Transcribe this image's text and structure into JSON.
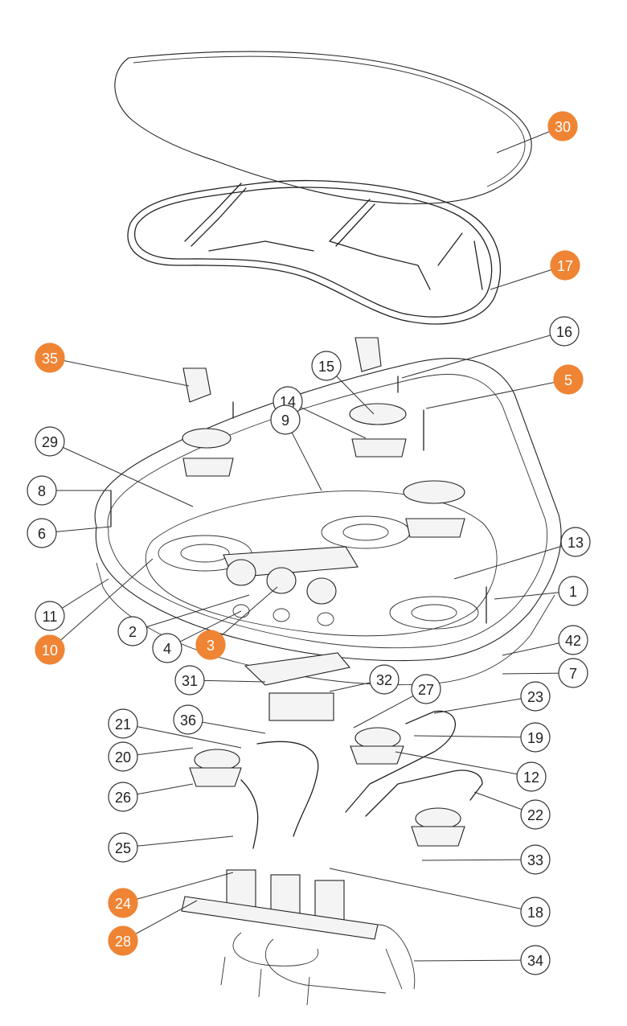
{
  "diagram": {
    "highlight_color": "#ef8434",
    "line_color": "#222222",
    "callouts": [
      {
        "label": "30",
        "highlight": true
      },
      {
        "label": "17",
        "highlight": true
      },
      {
        "label": "16",
        "highlight": false
      },
      {
        "label": "35",
        "highlight": true
      },
      {
        "label": "15",
        "highlight": false
      },
      {
        "label": "5",
        "highlight": true
      },
      {
        "label": "14",
        "highlight": false
      },
      {
        "label": "9",
        "highlight": false
      },
      {
        "label": "29",
        "highlight": false
      },
      {
        "label": "8",
        "highlight": false
      },
      {
        "label": "6",
        "highlight": false
      },
      {
        "label": "13",
        "highlight": false
      },
      {
        "label": "1",
        "highlight": false
      },
      {
        "label": "11",
        "highlight": false
      },
      {
        "label": "2",
        "highlight": false
      },
      {
        "label": "4",
        "highlight": false
      },
      {
        "label": "10",
        "highlight": true
      },
      {
        "label": "3",
        "highlight": true
      },
      {
        "label": "42",
        "highlight": false
      },
      {
        "label": "7",
        "highlight": false
      },
      {
        "label": "31",
        "highlight": false
      },
      {
        "label": "32",
        "highlight": false
      },
      {
        "label": "27",
        "highlight": false
      },
      {
        "label": "23",
        "highlight": false
      },
      {
        "label": "36",
        "highlight": false
      },
      {
        "label": "21",
        "highlight": false
      },
      {
        "label": "19",
        "highlight": false
      },
      {
        "label": "20",
        "highlight": false
      },
      {
        "label": "12",
        "highlight": false
      },
      {
        "label": "26",
        "highlight": false
      },
      {
        "label": "22",
        "highlight": false
      },
      {
        "label": "25",
        "highlight": false
      },
      {
        "label": "33",
        "highlight": false
      },
      {
        "label": "24",
        "highlight": true
      },
      {
        "label": "18",
        "highlight": false
      },
      {
        "label": "28",
        "highlight": true
      },
      {
        "label": "34",
        "highlight": false
      }
    ]
  }
}
